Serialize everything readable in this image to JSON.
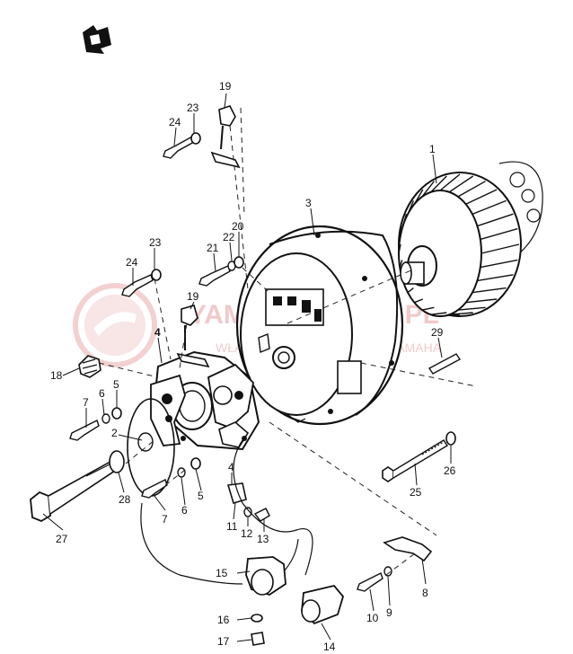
{
  "diagram": {
    "watermark": {
      "line1": "YAMAHA SKLEP.PL",
      "line2": "WŁAŚCICIEL DILER DEALER YAMAHA"
    },
    "callouts": [
      {
        "id": "1",
        "text": "1"
      },
      {
        "id": "2",
        "text": "2"
      },
      {
        "id": "3",
        "text": "3"
      },
      {
        "id": "4a",
        "text": "4"
      },
      {
        "id": "4b",
        "text": "4"
      },
      {
        "id": "5a",
        "text": "5"
      },
      {
        "id": "5b",
        "text": "5"
      },
      {
        "id": "6a",
        "text": "6"
      },
      {
        "id": "6b",
        "text": "6"
      },
      {
        "id": "7a",
        "text": "7"
      },
      {
        "id": "7b",
        "text": "7"
      },
      {
        "id": "8",
        "text": "8"
      },
      {
        "id": "9",
        "text": "9"
      },
      {
        "id": "10",
        "text": "10"
      },
      {
        "id": "11",
        "text": "11"
      },
      {
        "id": "12",
        "text": "12"
      },
      {
        "id": "13",
        "text": "13"
      },
      {
        "id": "14",
        "text": "14"
      },
      {
        "id": "15",
        "text": "15"
      },
      {
        "id": "16",
        "text": "16"
      },
      {
        "id": "17",
        "text": "17"
      },
      {
        "id": "18",
        "text": "18"
      },
      {
        "id": "19a",
        "text": "19"
      },
      {
        "id": "19b",
        "text": "19"
      },
      {
        "id": "20",
        "text": "20"
      },
      {
        "id": "21",
        "text": "21"
      },
      {
        "id": "22",
        "text": "22"
      },
      {
        "id": "23a",
        "text": "23"
      },
      {
        "id": "23b",
        "text": "23"
      },
      {
        "id": "24a",
        "text": "24"
      },
      {
        "id": "24b",
        "text": "24"
      },
      {
        "id": "25",
        "text": "25"
      },
      {
        "id": "26",
        "text": "26"
      },
      {
        "id": "27",
        "text": "27"
      },
      {
        "id": "28",
        "text": "28"
      },
      {
        "id": "29",
        "text": "29"
      }
    ]
  }
}
